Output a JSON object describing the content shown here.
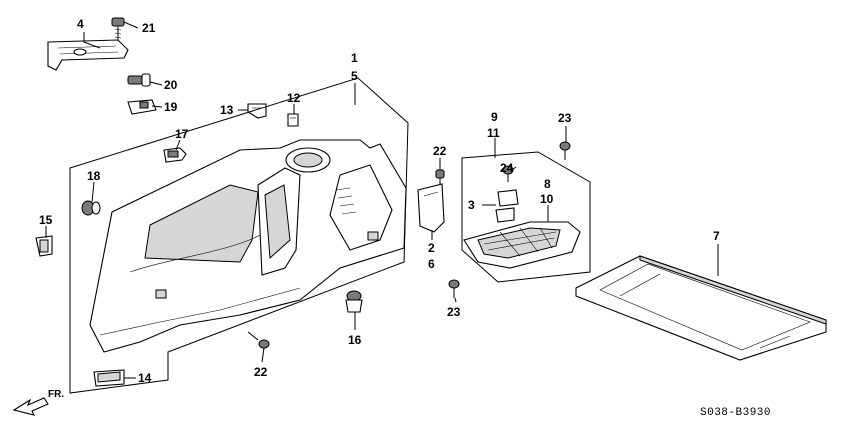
{
  "callouts": [
    {
      "id": "4",
      "label": "4"
    },
    {
      "id": "21",
      "label": "21"
    },
    {
      "id": "20",
      "label": "20"
    },
    {
      "id": "19",
      "label": "19"
    },
    {
      "id": "13",
      "label": "13"
    },
    {
      "id": "12",
      "label": "12"
    },
    {
      "id": "17",
      "label": "17"
    },
    {
      "id": "18",
      "label": "18"
    },
    {
      "id": "15",
      "label": "15"
    },
    {
      "id": "14",
      "label": "14"
    },
    {
      "id": "1",
      "label": "1"
    },
    {
      "id": "5",
      "label": "5"
    },
    {
      "id": "22a",
      "label": "22"
    },
    {
      "id": "2",
      "label": "2"
    },
    {
      "id": "6",
      "label": "6"
    },
    {
      "id": "9",
      "label": "9"
    },
    {
      "id": "11",
      "label": "11"
    },
    {
      "id": "24",
      "label": "24"
    },
    {
      "id": "3",
      "label": "3"
    },
    {
      "id": "8",
      "label": "8"
    },
    {
      "id": "10",
      "label": "10"
    },
    {
      "id": "23a",
      "label": "23"
    },
    {
      "id": "23b",
      "label": "23"
    },
    {
      "id": "16",
      "label": "16"
    },
    {
      "id": "22b",
      "label": "22"
    },
    {
      "id": "7",
      "label": "7"
    }
  ],
  "diagram_code": "S038-B3930",
  "front_marker": "FR."
}
